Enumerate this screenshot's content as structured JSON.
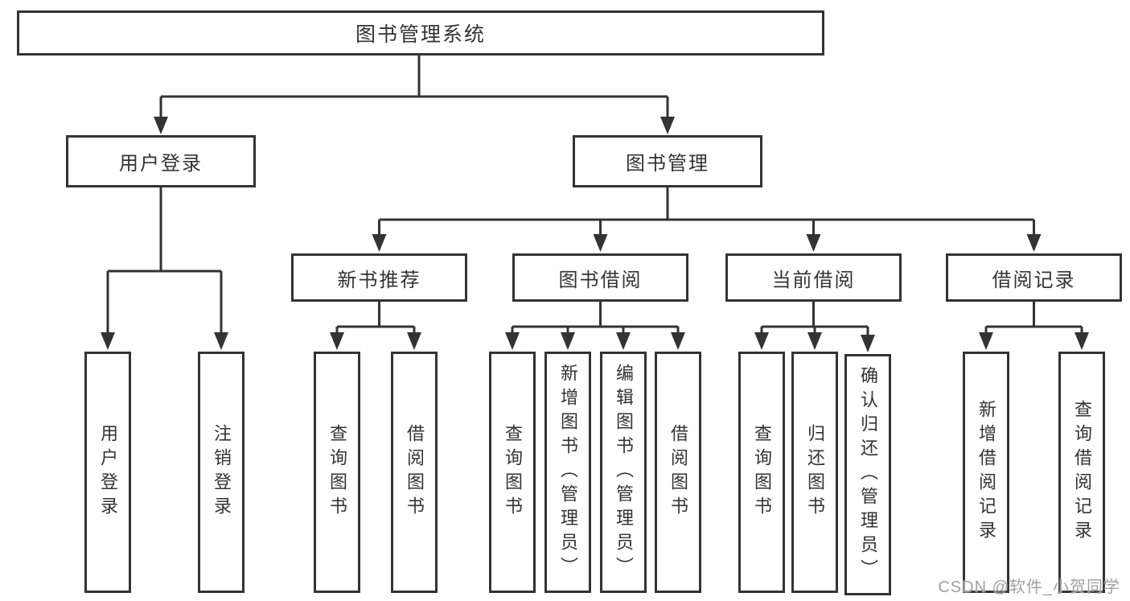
{
  "diagram": {
    "type": "hierarchy",
    "root": {
      "label": "图书管理系统"
    },
    "branches": [
      {
        "label": "用户登录",
        "children": [
          {
            "label": "用户登录"
          },
          {
            "label": "注销登录"
          }
        ]
      },
      {
        "label": "图书管理",
        "children": [
          {
            "label": "新书推荐",
            "children": [
              {
                "label": "查询图书"
              },
              {
                "label": "借阅图书"
              }
            ]
          },
          {
            "label": "图书借阅",
            "children": [
              {
                "label": "查询图书"
              },
              {
                "label": "新增图书（管理员）"
              },
              {
                "label": "编辑图书（管理员）"
              },
              {
                "label": "借阅图书"
              }
            ]
          },
          {
            "label": "当前借阅",
            "children": [
              {
                "label": "查询图书"
              },
              {
                "label": "归还图书"
              },
              {
                "label": "确认归还（管理员）"
              }
            ]
          },
          {
            "label": "借阅记录",
            "children": [
              {
                "label": "新增借阅记录"
              },
              {
                "label": "查询借阅记录"
              }
            ]
          }
        ]
      }
    ]
  },
  "colors": {
    "stroke": "#333333",
    "text": "#333333",
    "background": "#ffffff",
    "watermark": "#a0a0a0"
  },
  "watermark": {
    "text": "CSDN @软件_小贺同学"
  }
}
